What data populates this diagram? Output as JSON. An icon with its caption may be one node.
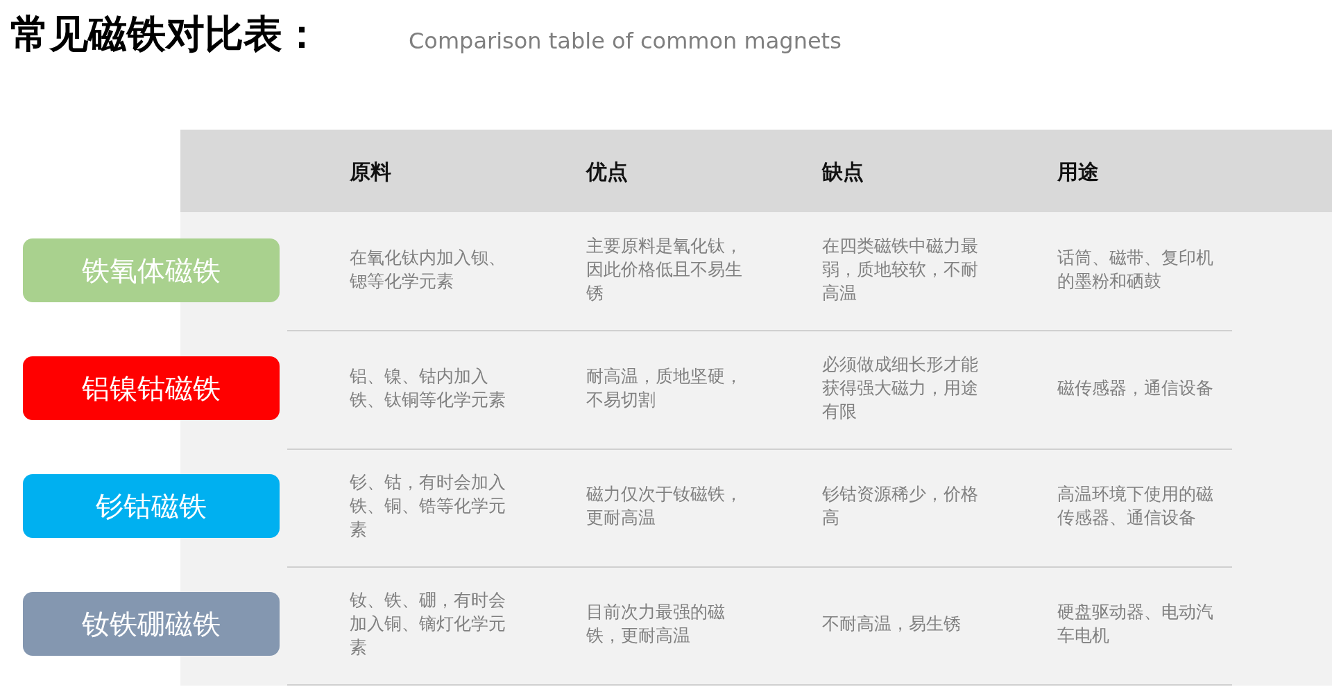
{
  "diagram": {
    "title": "常见磁铁对比表：",
    "nodes": [
      {
        "text": [
          "铁氧体磁铁"
        ]
      },
      {
        "text": [
          "铝镍钴磁铁"
        ]
      },
      {
        "text": [
          "钐钴磁铁"
        ]
      },
      {
        "text": [
          "钕铁硼磁铁"
        ]
      }
    ],
    "labels": [
      "Comparison table of common magnets",
      "原料",
      "优点",
      "缺点",
      "用途",
      "在氧化钛内加入钡、锶等化学元素",
      "主要原料是氧化钛，因此价格低且不易生锈",
      "在四类磁铁中磁力最弱，质地较软，不耐高温",
      "话筒、磁带、复印机的墨粉和硒鼓",
      "铝、镍、钴内加入铁、钛铜等化学元素",
      "耐高温，质地坚硬，不易切割",
      "必须做成细长形才能获得强大磁力，用途有限",
      "磁传感器，通信设备",
      "钐、钴，有时会加入铁、铜、锆等化学元素",
      "磁力仅次于钕磁铁，更耐高温",
      "钐钴资源稀少，价格高",
      "高温环境下使用的磁传感器、通信设备",
      "钕、铁、硼，有时会加入铜、镝灯化学元素",
      "目前次力最强的磁铁，更耐高温",
      "不耐高温，易生锈",
      "硬盘驱动器、电动汽车电机"
    ]
  }
}
